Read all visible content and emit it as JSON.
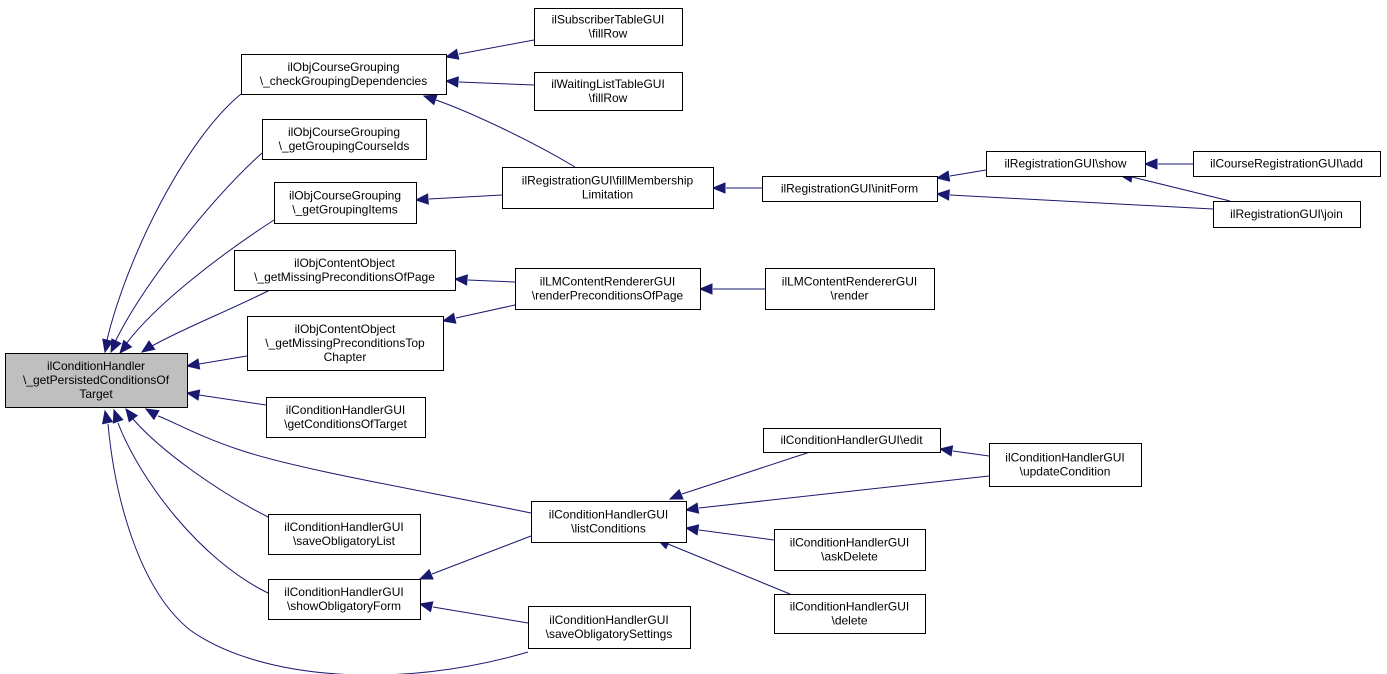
{
  "diagram": {
    "colors": {
      "edge": "#191970",
      "node_border": "#000000",
      "root_fill": "#bfbfbf",
      "node_fill": "#ffffff"
    },
    "nodes": [
      {
        "id": "root",
        "lines": [
          "ilConditionHandler",
          "\\_getPersistedConditionsOf",
          "Target"
        ]
      },
      {
        "id": "checkGroupingDependencies",
        "lines": [
          "ilObjCourseGrouping",
          "\\_checkGroupingDependencies"
        ]
      },
      {
        "id": "getGroupingCourseIds",
        "lines": [
          "ilObjCourseGrouping",
          "\\_getGroupingCourseIds"
        ]
      },
      {
        "id": "getGroupingItems",
        "lines": [
          "ilObjCourseGrouping",
          "\\_getGroupingItems"
        ]
      },
      {
        "id": "getMissingPreconditionsOfPage",
        "lines": [
          "ilObjContentObject",
          "\\_getMissingPreconditionsOfPage"
        ]
      },
      {
        "id": "getMissingPreconditionsTopChapter",
        "lines": [
          "ilObjContentObject",
          "\\_getMissingPreconditionsTop",
          "Chapter"
        ]
      },
      {
        "id": "getConditionsOfTarget",
        "lines": [
          "ilConditionHandlerGUI",
          "\\getConditionsOfTarget"
        ]
      },
      {
        "id": "saveObligatoryList",
        "lines": [
          "ilConditionHandlerGUI",
          "\\saveObligatoryList"
        ]
      },
      {
        "id": "showObligatoryForm",
        "lines": [
          "ilConditionHandlerGUI",
          "\\showObligatoryForm"
        ]
      },
      {
        "id": "subscriberFillRow",
        "lines": [
          "ilSubscriberTableGUI",
          "\\fillRow"
        ]
      },
      {
        "id": "waitingFillRow",
        "lines": [
          "ilWaitingListTableGUI",
          "\\fillRow"
        ]
      },
      {
        "id": "fillMembershipLimitation",
        "lines": [
          "ilRegistrationGUI\\fillMembership",
          "Limitation"
        ]
      },
      {
        "id": "renderPreconditionsOfPage",
        "lines": [
          "ilLMContentRendererGUI",
          "\\renderPreconditionsOfPage"
        ]
      },
      {
        "id": "listConditions",
        "lines": [
          "ilConditionHandlerGUI",
          "\\listConditions"
        ]
      },
      {
        "id": "saveObligatorySettings",
        "lines": [
          "ilConditionHandlerGUI",
          "\\saveObligatorySettings"
        ]
      },
      {
        "id": "initForm",
        "lines": [
          "ilRegistrationGUI\\initForm"
        ]
      },
      {
        "id": "lmRender",
        "lines": [
          "ilLMContentRendererGUI",
          "\\render"
        ]
      },
      {
        "id": "edit",
        "lines": [
          "ilConditionHandlerGUI\\edit"
        ]
      },
      {
        "id": "askDelete",
        "lines": [
          "ilConditionHandlerGUI",
          "\\askDelete"
        ]
      },
      {
        "id": "delete",
        "lines": [
          "ilConditionHandlerGUI",
          "\\delete"
        ]
      },
      {
        "id": "regShow",
        "lines": [
          "ilRegistrationGUI\\show"
        ]
      },
      {
        "id": "regJoin",
        "lines": [
          "ilRegistrationGUI\\join"
        ]
      },
      {
        "id": "updateCondition",
        "lines": [
          "ilConditionHandlerGUI",
          "\\updateCondition"
        ]
      },
      {
        "id": "courseRegAdd",
        "lines": [
          "ilCourseRegistrationGUI\\add"
        ]
      }
    ],
    "edges": [
      {
        "from": "checkGroupingDependencies",
        "to": "root"
      },
      {
        "from": "getGroupingCourseIds",
        "to": "root"
      },
      {
        "from": "getGroupingItems",
        "to": "root"
      },
      {
        "from": "getMissingPreconditionsOfPage",
        "to": "root"
      },
      {
        "from": "getMissingPreconditionsTopChapter",
        "to": "root"
      },
      {
        "from": "getConditionsOfTarget",
        "to": "root"
      },
      {
        "from": "listConditions",
        "to": "root"
      },
      {
        "from": "saveObligatoryList",
        "to": "root"
      },
      {
        "from": "showObligatoryForm",
        "to": "root"
      },
      {
        "from": "saveObligatorySettings",
        "to": "root"
      },
      {
        "from": "subscriberFillRow",
        "to": "checkGroupingDependencies"
      },
      {
        "from": "waitingFillRow",
        "to": "checkGroupingDependencies"
      },
      {
        "from": "fillMembershipLimitation",
        "to": "checkGroupingDependencies"
      },
      {
        "from": "fillMembershipLimitation",
        "to": "getGroupingItems"
      },
      {
        "from": "renderPreconditionsOfPage",
        "to": "getMissingPreconditionsOfPage"
      },
      {
        "from": "renderPreconditionsOfPage",
        "to": "getMissingPreconditionsTopChapter"
      },
      {
        "from": "listConditions",
        "to": "showObligatoryForm"
      },
      {
        "from": "saveObligatorySettings",
        "to": "showObligatoryForm"
      },
      {
        "from": "initForm",
        "to": "fillMembershipLimitation"
      },
      {
        "from": "lmRender",
        "to": "renderPreconditionsOfPage"
      },
      {
        "from": "edit",
        "to": "listConditions"
      },
      {
        "from": "updateCondition",
        "to": "listConditions"
      },
      {
        "from": "askDelete",
        "to": "listConditions"
      },
      {
        "from": "delete",
        "to": "listConditions"
      },
      {
        "from": "regShow",
        "to": "initForm"
      },
      {
        "from": "regJoin",
        "to": "initForm"
      },
      {
        "from": "courseRegAdd",
        "to": "regShow"
      },
      {
        "from": "regJoin",
        "to": "regShow"
      },
      {
        "from": "updateCondition",
        "to": "edit"
      }
    ]
  }
}
